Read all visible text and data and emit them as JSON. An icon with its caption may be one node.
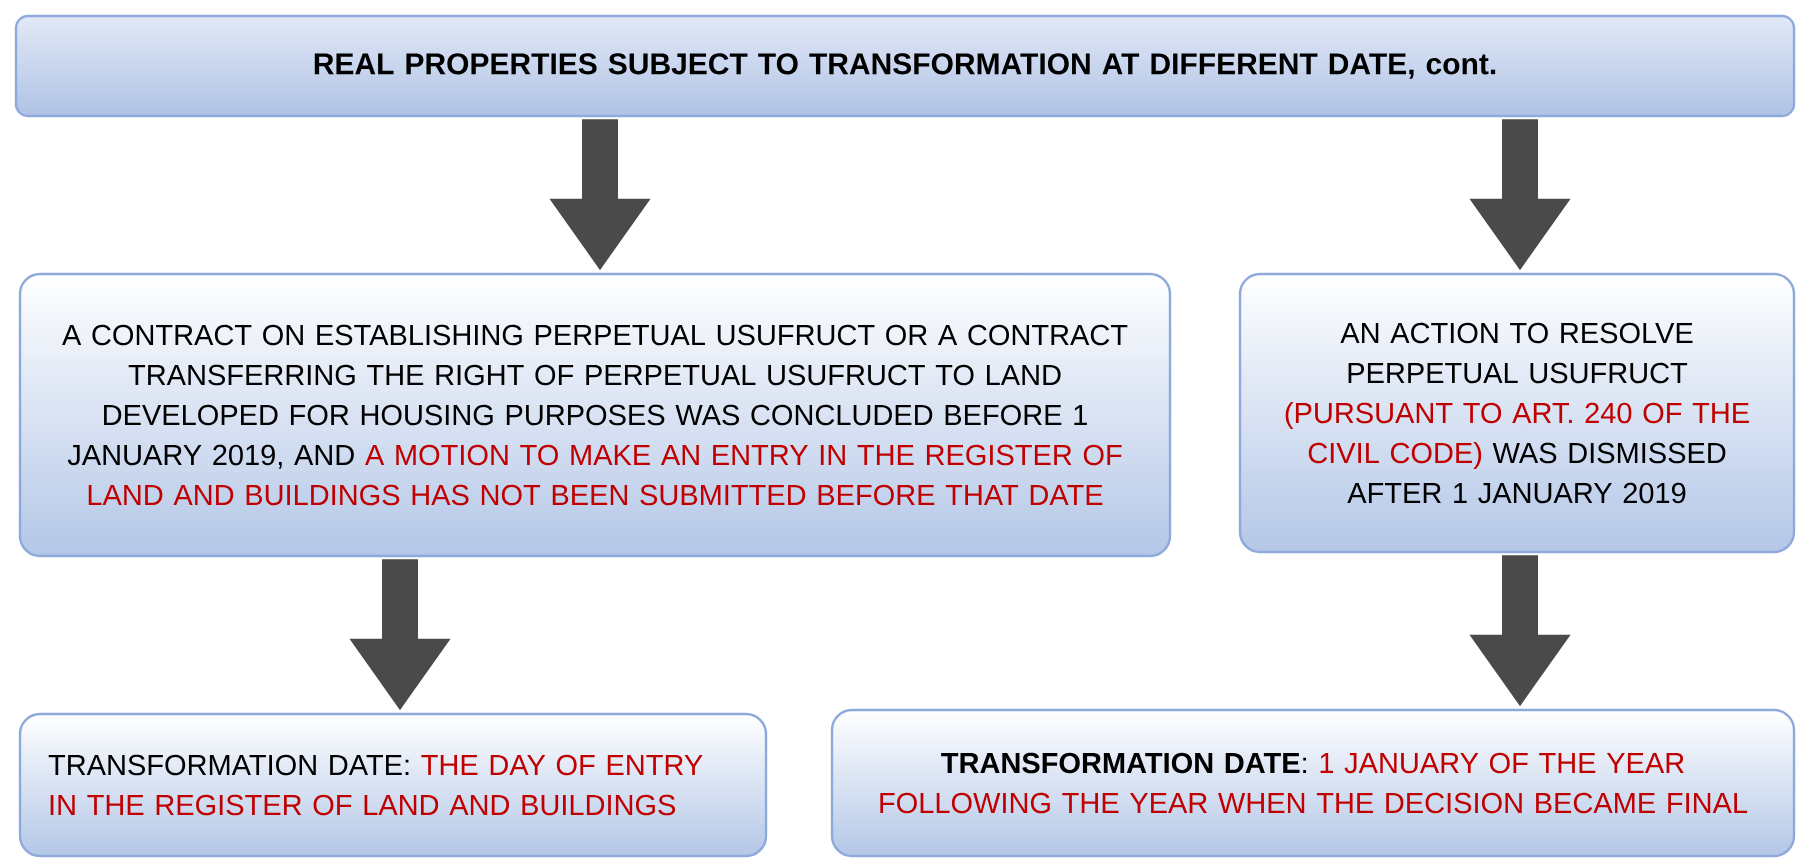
{
  "diagram": {
    "nodes": [
      {
        "text": [
          "REAL PROPERTIES SUBJECT TO TRANSFORMATION AT DIFFERENT DATE, cont."
        ]
      },
      {
        "text": [
          "A CONTRACT ON ESTABLISHING PERPETUAL USUFRUCT OR A CONTRACT TRANSFERRING THE RIGHT OF PERPETUAL USUFRUCT TO LAND DEVELOPED FOR HOUSING PURPOSES WAS CONCLUDED BEFORE 1 JANUARY 2019, AND",
          "A MOTION TO MAKE AN ENTRY IN THE REGISTER OF LAND AND BUILDINGS HAS NOT BEEN SUBMITTED BEFORE THAT DATE"
        ]
      },
      {
        "text": [
          "AN ACTION TO RESOLVE PERPETUAL USUFRUCT",
          "(PURSUANT TO ART. 240 OF THE CIVIL CODE)",
          "WAS DISMISSED AFTER 1 JANUARY 2019"
        ]
      },
      {
        "text": [
          "TRANSFORMATION DATE:",
          "THE DAY OF ENTRY IN THE REGISTER OF LAND AND BUILDINGS"
        ]
      },
      {
        "text": [
          "**TRANSFORMATION DATE**:",
          "1 JANUARY OF THE YEAR FOLLOWING THE YEAR WHEN THE DECISION BECAME FINAL"
        ]
      }
    ],
    "edges": [
      {
        "from": 0,
        "to": 1,
        "arrow": "to"
      },
      {
        "from": 0,
        "to": 2,
        "arrow": "to"
      },
      {
        "from": 1,
        "to": 3,
        "arrow": "to"
      },
      {
        "from": 2,
        "to": 4,
        "arrow": "to"
      }
    ]
  }
}
